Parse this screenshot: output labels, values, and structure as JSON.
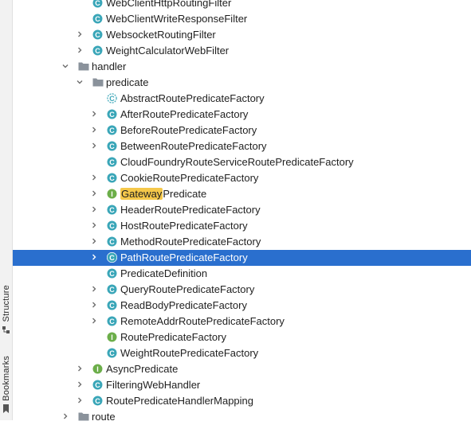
{
  "side_tabs": {
    "structure": "Structure",
    "bookmarks": "Bookmarks"
  },
  "tree": [
    {
      "label": "WebClientHttpRoutingFilter",
      "icon": "class-icon",
      "depth": 2,
      "expandable": false
    },
    {
      "label": "WebClientWriteResponseFilter",
      "icon": "class-icon",
      "depth": 2,
      "expandable": false
    },
    {
      "label": "WebsocketRoutingFilter",
      "icon": "class-icon",
      "depth": 2,
      "expandable": true
    },
    {
      "label": "WeightCalculatorWebFilter",
      "icon": "class-icon",
      "depth": 2,
      "expandable": true
    },
    {
      "label": "handler",
      "icon": "folder-icon",
      "depth": 1,
      "expanded": true
    },
    {
      "label": "predicate",
      "icon": "folder-icon",
      "depth": 2,
      "expanded": true
    },
    {
      "label": "AbstractRoutePredicateFactory",
      "icon": "abstract-class-icon",
      "depth": 3,
      "expandable": false
    },
    {
      "label": "AfterRoutePredicateFactory",
      "icon": "class-icon",
      "depth": 3,
      "expandable": true
    },
    {
      "label": "BeforeRoutePredicateFactory",
      "icon": "class-icon",
      "depth": 3,
      "expandable": true
    },
    {
      "label": "BetweenRoutePredicateFactory",
      "icon": "class-icon",
      "depth": 3,
      "expandable": true
    },
    {
      "label": "CloudFoundryRouteServiceRoutePredicateFactory",
      "icon": "class-icon",
      "depth": 3,
      "expandable": false
    },
    {
      "label": "CookieRoutePredicateFactory",
      "icon": "class-icon",
      "depth": 3,
      "expandable": true
    },
    {
      "label": "GatewayPredicate",
      "icon": "interface-icon",
      "depth": 3,
      "expandable": true,
      "highlight": "Gateway"
    },
    {
      "label": "HeaderRoutePredicateFactory",
      "icon": "class-icon",
      "depth": 3,
      "expandable": true
    },
    {
      "label": "HostRoutePredicateFactory",
      "icon": "class-icon",
      "depth": 3,
      "expandable": true
    },
    {
      "label": "MethodRoutePredicateFactory",
      "icon": "class-icon",
      "depth": 3,
      "expandable": true
    },
    {
      "label": "PathRoutePredicateFactory",
      "icon": "class-icon",
      "depth": 3,
      "expandable": true,
      "selected": true
    },
    {
      "label": "PredicateDefinition",
      "icon": "class-icon",
      "depth": 3,
      "expandable": false
    },
    {
      "label": "QueryRoutePredicateFactory",
      "icon": "class-icon",
      "depth": 3,
      "expandable": true
    },
    {
      "label": "ReadBodyPredicateFactory",
      "icon": "class-icon",
      "depth": 3,
      "expandable": true
    },
    {
      "label": "RemoteAddrRoutePredicateFactory",
      "icon": "class-icon",
      "depth": 3,
      "expandable": true
    },
    {
      "label": "RoutePredicateFactory",
      "icon": "interface-icon",
      "depth": 3,
      "expandable": false
    },
    {
      "label": "WeightRoutePredicateFactory",
      "icon": "class-icon",
      "depth": 3,
      "expandable": false
    },
    {
      "label": "AsyncPredicate",
      "icon": "interface-icon",
      "depth": 2,
      "expandable": true
    },
    {
      "label": "FilteringWebHandler",
      "icon": "class-icon",
      "depth": 2,
      "expandable": true
    },
    {
      "label": "RoutePredicateHandlerMapping",
      "icon": "class-icon",
      "depth": 2,
      "expandable": true
    },
    {
      "label": "route",
      "icon": "folder-icon",
      "depth": 1,
      "expandable": true
    }
  ],
  "colors": {
    "class_icon": "#3aa6b8",
    "interface_icon": "#6cae4a",
    "folder_icon": "#8a929b",
    "selection": "#2a6fce",
    "search_highlight": "#f5c84a"
  }
}
